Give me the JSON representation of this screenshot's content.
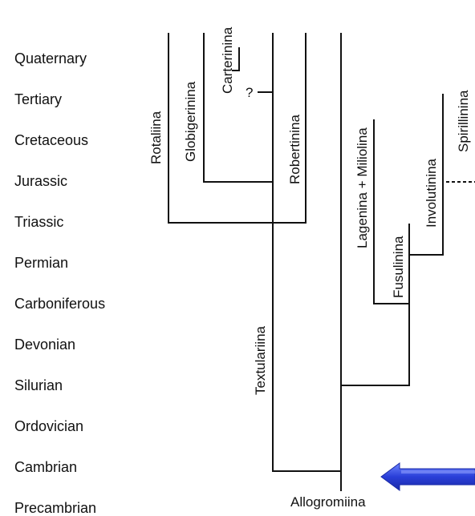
{
  "periods": [
    "Quaternary",
    "Tertiary",
    "Cretaceous",
    "Jurassic",
    "Triassic",
    "Permian",
    "Carboniferous",
    "Devonian",
    "Silurian",
    "Ordovician",
    "Cambrian",
    "Precambrian"
  ],
  "taxa": {
    "rotaliina": "Rotaliina",
    "globigerinina": "Globigerinina",
    "carterinina": "Carterinina",
    "robertinina": "Robertinina",
    "textulariina": "Textulariina",
    "lagenina_miliolina": "Lagenina + Miliolina",
    "fusulinina": "Fusulinina",
    "involutinina": "Involutinina",
    "spirillinina": "Spirillinina",
    "allogromiina": "Allogromiina"
  },
  "uncertain_marker": "?",
  "colors": {
    "tree_line": "#111111",
    "arrow": "#2a3fd8",
    "arrow_highlight": "#5f76ff"
  }
}
